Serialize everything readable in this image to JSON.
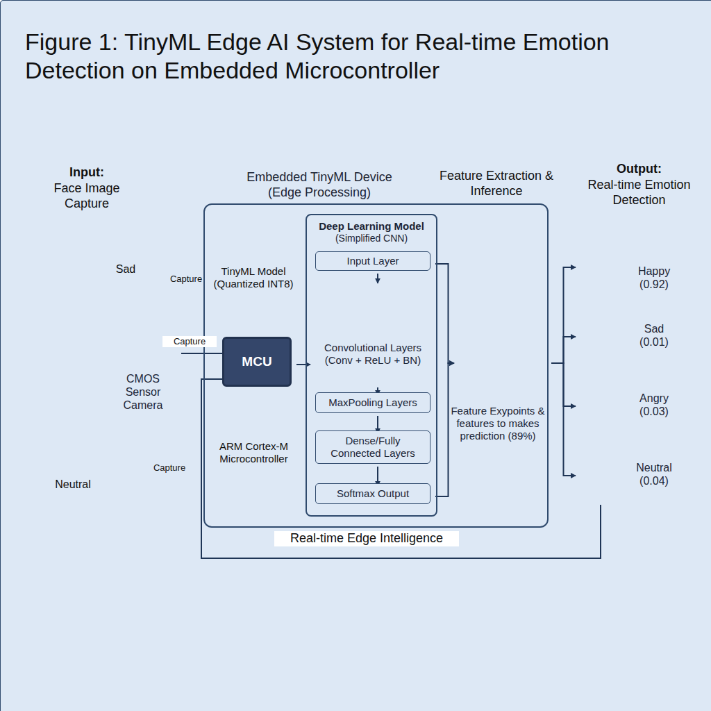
{
  "diagram": {
    "title": "Figure 1: TinyML Edge AI System for Real-time Emotion Detection on Embedded Microcontroller",
    "nodes": [
      {
        "text": [
          "CMOS Sensor Camera"
        ]
      },
      {
        "text": [
          "Embedded TinyML Device (Edge Processing)"
        ]
      },
      {
        "text": [
          "MCU"
        ],
        "in": 1
      },
      {
        "text": [
          "Deep Learning Model",
          "(Simplified CNN)"
        ],
        "in": 1
      },
      {
        "text": [
          "Input Layer"
        ],
        "in": 3
      },
      {
        "text": [
          "Convolutional Layers (Conv + ReLU + BN)"
        ],
        "in": 3
      },
      {
        "text": [
          "MaxPooling Layers"
        ],
        "in": 3
      },
      {
        "text": [
          "Dense/Fully Connected Layers"
        ],
        "in": 3
      },
      {
        "text": [
          "Softmax Output"
        ],
        "in": 3
      },
      {
        "text": [
          "Feature Exypoints & features to makes prediction (89%)"
        ],
        "in": 1
      },
      {
        "text": [
          "Happy",
          "(0.92)"
        ]
      },
      {
        "text": [
          "Sad",
          "(0.01)"
        ]
      },
      {
        "text": [
          "Angry",
          "(0.03)"
        ]
      },
      {
        "text": [
          "Neutral",
          "(0.04)"
        ]
      }
    ],
    "edges": [
      {
        "from": 0,
        "to": 2,
        "arrow": "to",
        "label": "Capture"
      },
      {
        "from": 2,
        "to": 3,
        "arrow": "to"
      },
      {
        "from": 4,
        "to": 5,
        "arrow": "to"
      },
      {
        "from": 5,
        "to": 6,
        "arrow": "to"
      },
      {
        "from": 6,
        "to": 7,
        "arrow": "to"
      },
      {
        "from": 7,
        "to": 8,
        "arrow": "to"
      },
      {
        "from": 4,
        "to": 9,
        "arrow": "to"
      },
      {
        "from": 8,
        "to": 9,
        "arrow": "to"
      },
      {
        "from": 9,
        "to": 10,
        "arrow": "to"
      },
      {
        "from": 9,
        "to": 11,
        "arrow": "to"
      },
      {
        "from": 9,
        "to": 12,
        "arrow": "to"
      },
      {
        "from": 9,
        "to": 13,
        "arrow": "to"
      },
      {
        "from": 13,
        "to": 2,
        "arrow": "to",
        "label": "Real-time Edge Intelligence"
      }
    ],
    "labels": [
      "Input:",
      "Face Image Capture",
      "Feature Extraction & Inference",
      "Output:",
      "Real-time Emotion Detection",
      "Sad",
      "Neutral",
      "Capture",
      "Capture",
      "TinyML Model (Quantized INT8)",
      "ARM Cortex-M Microcontroller"
    ]
  }
}
